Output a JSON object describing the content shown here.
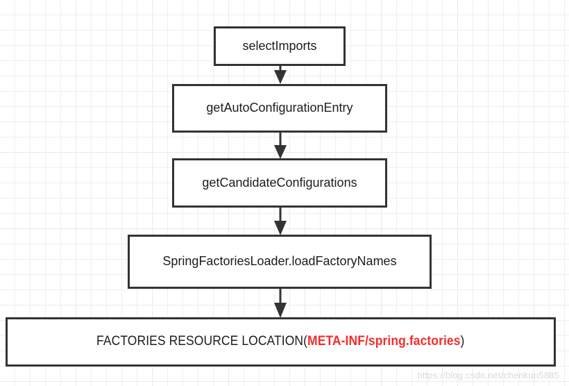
{
  "diagram": {
    "type": "flowchart",
    "orientation": "top-to-bottom",
    "background": "grid",
    "border_color": "#333333",
    "accent_color": "#f52d2d",
    "nodes": [
      {
        "id": "select-imports",
        "label": "selectImports"
      },
      {
        "id": "get-auto-configuration-entry",
        "label": "getAutoConfigurationEntry"
      },
      {
        "id": "get-candidate-configurations",
        "label": "getCandidateConfigurations"
      },
      {
        "id": "spring-factories-loader",
        "label": "SpringFactoriesLoader.loadFactoryNames"
      },
      {
        "id": "factories-resource-location",
        "label_prefix": "FACTORIES RESOURCE LOCATION(",
        "label_highlight": "META-INF/spring.factories",
        "label_suffix": ")"
      }
    ],
    "edges": [
      {
        "id": "edge-1",
        "from": "select-imports",
        "to": "get-auto-configuration-entry",
        "arrow": "down"
      },
      {
        "id": "edge-2",
        "from": "get-auto-configuration-entry",
        "to": "get-candidate-configurations",
        "arrow": "down"
      },
      {
        "id": "edge-3",
        "from": "get-candidate-configurations",
        "to": "spring-factories-loader",
        "arrow": "down"
      },
      {
        "id": "edge-4",
        "from": "spring-factories-loader",
        "to": "factories-resource-location",
        "arrow": "down"
      }
    ]
  },
  "watermark": {
    "text": "https://blog.csdn.net/chenkun5885"
  }
}
